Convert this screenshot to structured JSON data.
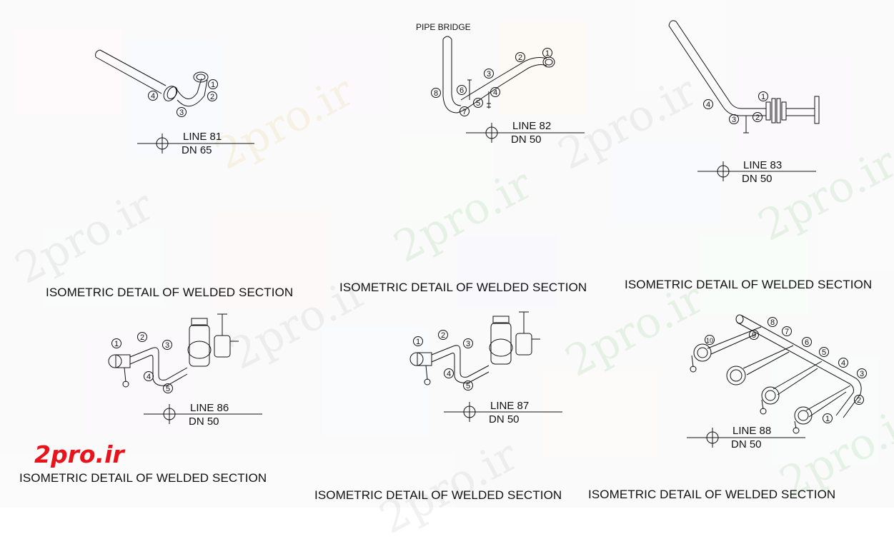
{
  "watermark": "2pro.ir",
  "logo": "2pro.ir",
  "details": [
    {
      "line": "LINE 81",
      "dn": "DN 65",
      "caption": "ISOMETRIC DETAIL OF WELDED SECTION",
      "callouts": [
        "1",
        "2",
        "3",
        "4"
      ]
    },
    {
      "line": "LINE 82",
      "dn": "DN 50",
      "caption": "ISOMETRIC DETAIL OF WELDED SECTION",
      "note": "PIPE BRIDGE",
      "callouts": [
        "1",
        "2",
        "3",
        "4",
        "5",
        "6",
        "7",
        "8"
      ]
    },
    {
      "line": "LINE 83",
      "dn": "DN 50",
      "caption": "ISOMETRIC DETAIL OF WELDED SECTION",
      "callouts": [
        "1",
        "2",
        "3",
        "4"
      ]
    },
    {
      "line": "LINE 86",
      "dn": "DN 50",
      "caption": "ISOMETRIC DETAIL OF WELDED SECTION",
      "callouts": [
        "1",
        "2",
        "3",
        "4",
        "5"
      ]
    },
    {
      "line": "LINE 87",
      "dn": "DN 50",
      "caption": "ISOMETRIC DETAIL OF WELDED SECTION",
      "callouts": [
        "1",
        "2",
        "3",
        "4",
        "5"
      ]
    },
    {
      "line": "LINE 88",
      "dn": "DN 50",
      "caption": "ISOMETRIC DETAIL OF WELDED SECTION",
      "callouts": [
        "1",
        "2",
        "3",
        "4",
        "5",
        "6",
        "7",
        "8",
        "9",
        "10"
      ]
    }
  ]
}
